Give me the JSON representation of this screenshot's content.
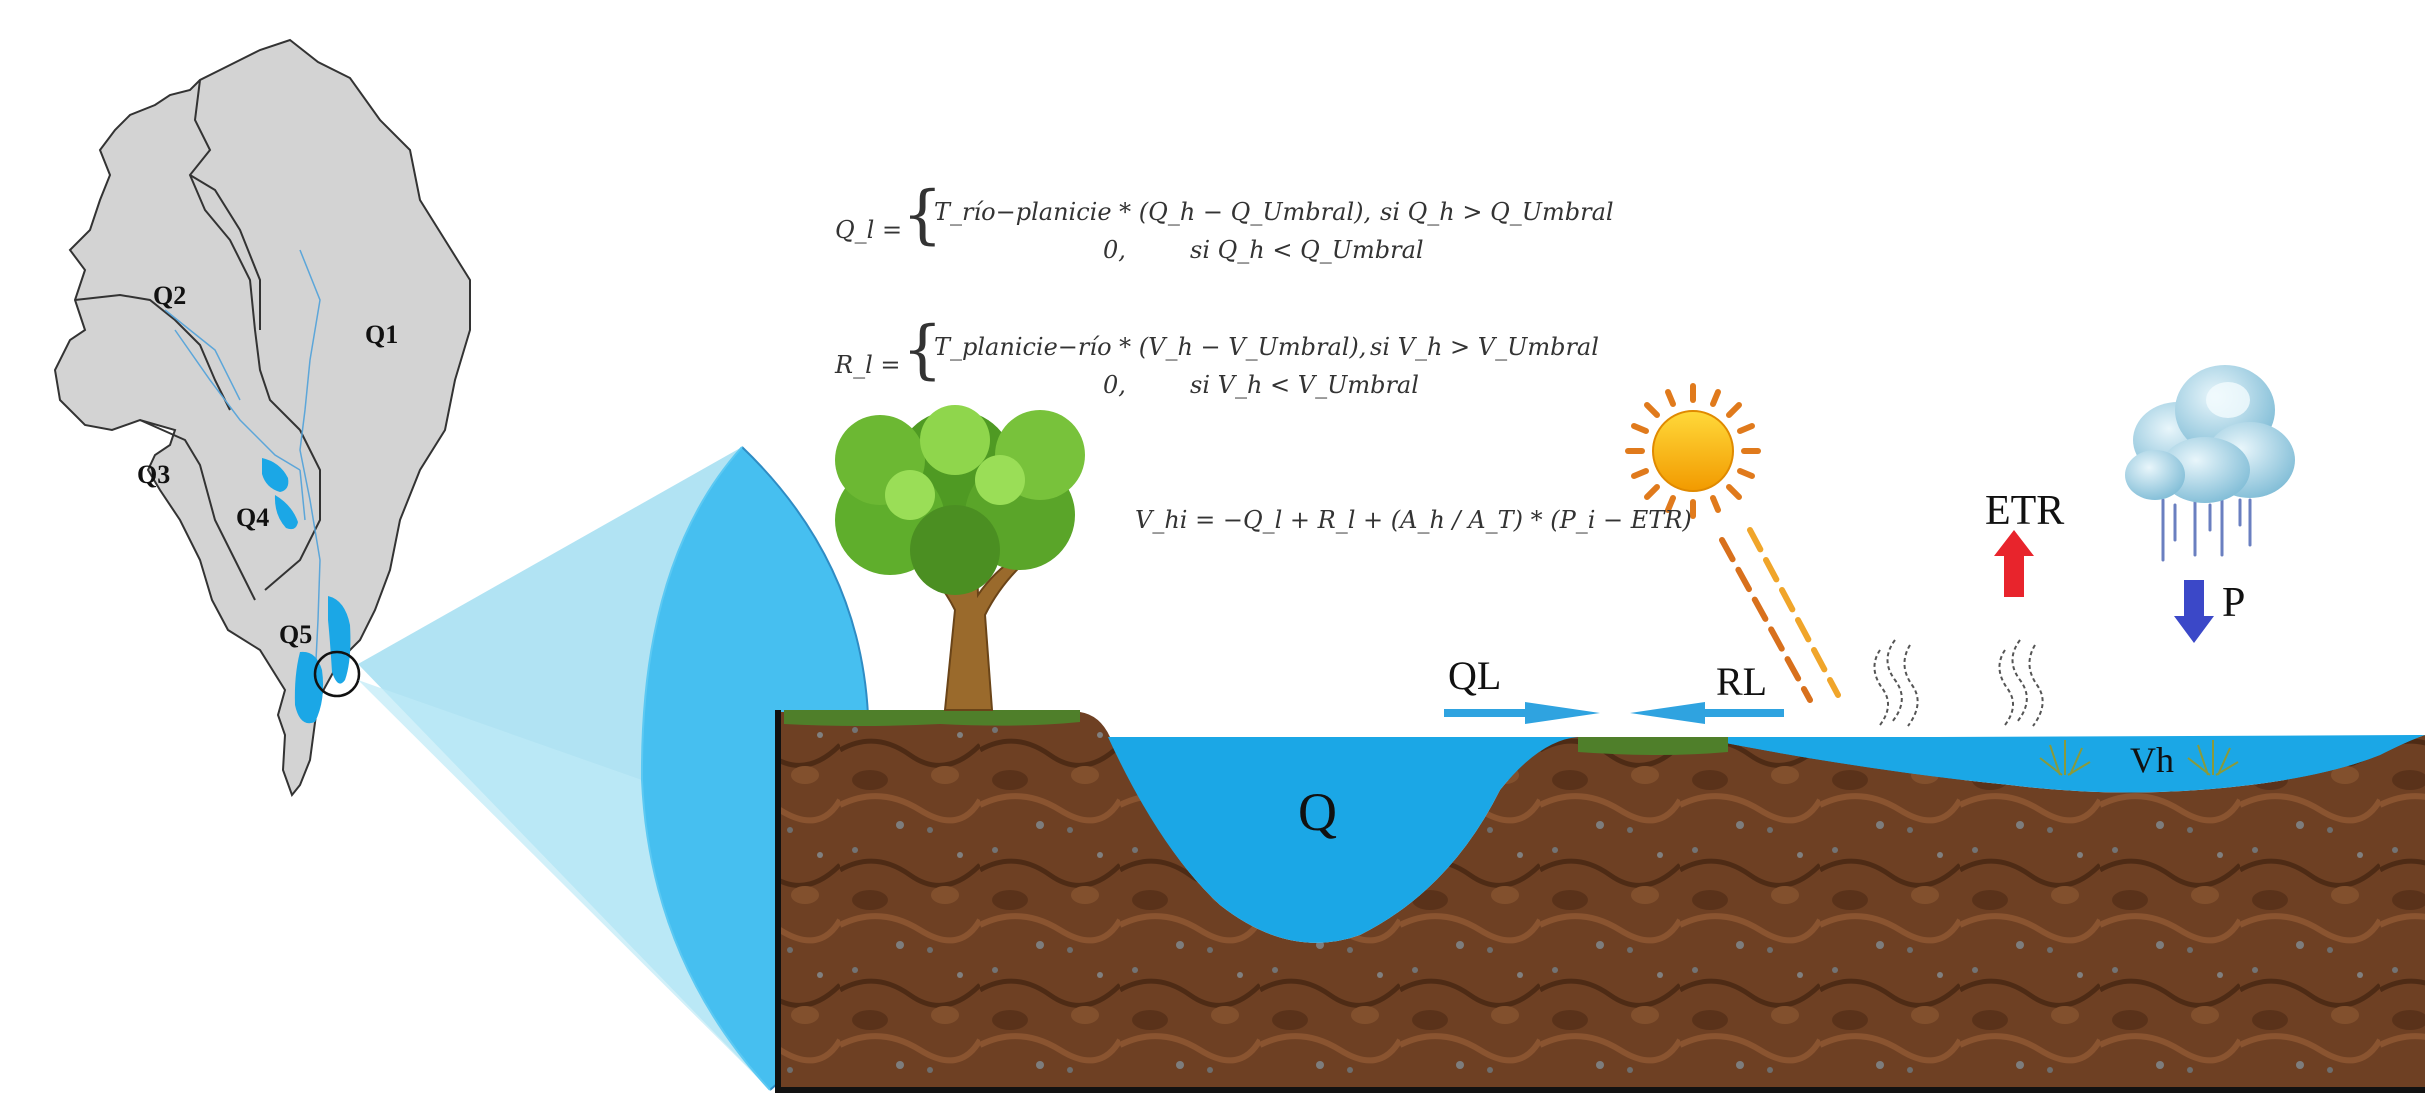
{
  "basins": [
    {
      "id": "Q1",
      "label": "Q1"
    },
    {
      "id": "Q2",
      "label": "Q2"
    },
    {
      "id": "Q3",
      "label": "Q3"
    },
    {
      "id": "Q4",
      "label": "Q4"
    },
    {
      "id": "Q5",
      "label": "Q5"
    }
  ],
  "equations": {
    "ql": {
      "lhs": "Q_l =",
      "case1": "T_río−planicie * (Q_h − Q_Umbral),",
      "cond1": "si  Q_h > Q_Umbral",
      "case2": "0,",
      "cond2": "si  Q_h < Q_Umbral"
    },
    "rl": {
      "lhs": "R_l =",
      "case1": "T_planicie−río * (V_h − V_Umbral),",
      "cond1": "si  V_h > V_Umbral",
      "case2": "0,",
      "cond2": "si  V_h < V_Umbral"
    },
    "vhi": "V_hi = −Q_l + R_l + (A_h / A_T) * (P_i − ETR)"
  },
  "labels": {
    "ql": "QL",
    "rl": "RL",
    "q": "Q",
    "vh": "Vh",
    "etr": "ETR",
    "p": "P"
  },
  "colors": {
    "water": "#1ba7e6",
    "soil": "#6b3e22",
    "grass": "#4f7f2a",
    "basin_fill": "#d3d3d3",
    "arrow_up": "#e8242c",
    "arrow_down": "#3b48c8",
    "flow_arrow": "#2fa3e0",
    "sun": "#f5a200",
    "sun_rays": "#e07a1c"
  }
}
